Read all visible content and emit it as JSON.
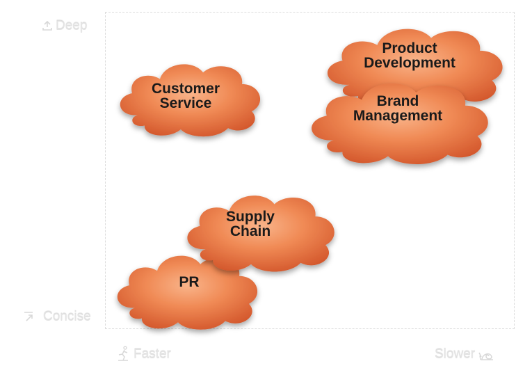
{
  "axes": {
    "top_label": "Deep",
    "top_icon": "upload-tray-icon",
    "bottom_label": "Concise",
    "bottom_icon": "compress-arrow-icon",
    "left_label": "Faster",
    "left_icon": "runner-icon",
    "right_label": "Slower",
    "right_icon": "snail-icon"
  },
  "colors": {
    "cloud_fill_light": "#f6a06e",
    "cloud_fill": "#ee7a45",
    "cloud_fill_dark": "#d2552a",
    "axis_label": "#e3e3e3",
    "frame": "#dcdcdc"
  },
  "clouds": [
    {
      "id": "product-development",
      "lines": [
        "Product",
        "Development"
      ]
    },
    {
      "id": "brand-management",
      "lines": [
        "Brand",
        "Management"
      ]
    },
    {
      "id": "customer-service",
      "lines": [
        "Customer",
        "Service"
      ]
    },
    {
      "id": "supply-chain",
      "lines": [
        "Supply",
        "Chain"
      ]
    },
    {
      "id": "pr",
      "lines": [
        "PR"
      ]
    }
  ]
}
